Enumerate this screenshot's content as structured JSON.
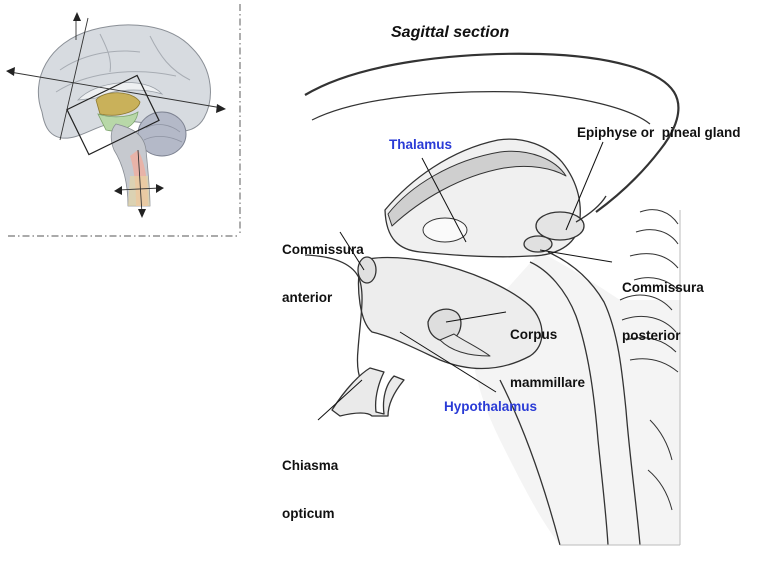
{
  "title": "Sagittal section",
  "labels": {
    "thalamus": "Thalamus",
    "epiphyse": "Epiphyse or  pineal gland",
    "commissura_anterior_1": "Commissura",
    "commissura_anterior_2": "anterior",
    "commissura_posterior_1": "Commissura",
    "commissura_posterior_2": "posterior",
    "corpus_mammillare_1": "Corpus",
    "corpus_mammillare_2": "mammillare",
    "hypothalamus": "Hypothalamus",
    "chiasma_opticum_1": "Chiasma",
    "chiasma_opticum_2": "opticum"
  },
  "colors": {
    "label_text": "#111111",
    "highlight_label": "#2a3bd6",
    "tissue_fill": "#f2f2f2",
    "tissue_stroke": "#333333",
    "inset_brain": "#d7dbe0",
    "inset_thalamus": "#c9b15a",
    "inset_hypothalamus": "#b8d8a8",
    "inset_cerebellum": "#b4b9c8",
    "inset_brainstem_red": "#e8b3a8"
  }
}
